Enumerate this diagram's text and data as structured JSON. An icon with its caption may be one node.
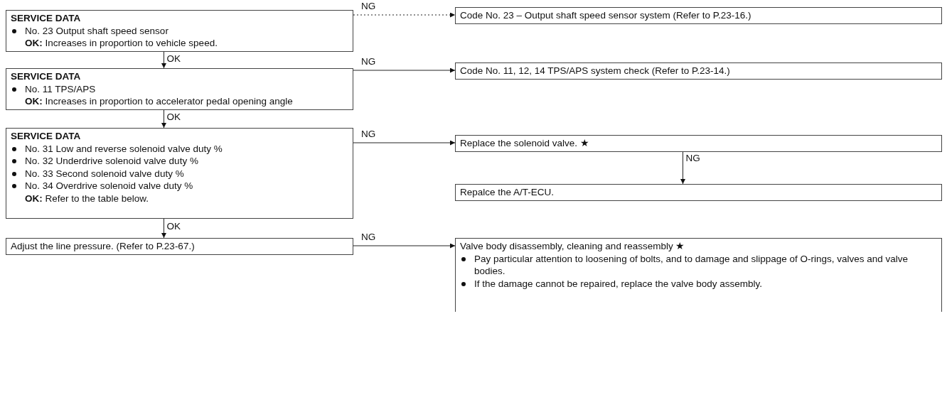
{
  "diagram": {
    "nodes": [
      {
        "text": [
          "SERVICE DATA",
          "No. 23 Output shaft speed sensor",
          "**OK:** Increases in proportion to vehicle speed."
        ]
      },
      {
        "text": [
          "Code No. 23 – Output shaft speed sensor system (Refer to P.23-16.)"
        ]
      },
      {
        "text": [
          "SERVICE DATA",
          "No. 11 TPS/APS",
          "**OK:** Increases in proportion to accelerator pedal opening angle"
        ]
      },
      {
        "text": [
          "Code No. 11, 12, 14 TPS/APS system check (Refer to P.23-14.)"
        ]
      },
      {
        "text": [
          "SERVICE DATA",
          "No. 31 Low and reverse solenoid valve duty %",
          "No. 32 Underdrive solenoid valve duty %",
          "No. 33 Second solenoid valve duty %",
          "No. 34 Overdrive solenoid valve duty %",
          "**OK:** Refer to the table below."
        ]
      },
      {
        "text": [
          "Replace the solenoid valve. ★"
        ]
      },
      {
        "text": [
          "Repalce the A/T-ECU."
        ]
      },
      {
        "text": [
          "Adjust the line pressure. (Refer to P.23-67.)"
        ]
      },
      {
        "text": [
          "Valve body disassembly, cleaning and reassembly ★",
          "Pay particular attention to loosening of bolts, and to damage and slippage of O-rings, valves and valve bodies.",
          "If the damage cannot be repaired, replace the valve body assembly."
        ]
      }
    ],
    "edges": [
      {
        "from": 0,
        "to": 1,
        "arrow": "to",
        "label": "NG",
        "style": "dashed"
      },
      {
        "from": 0,
        "to": 2,
        "arrow": "to",
        "label": "OK"
      },
      {
        "from": 2,
        "to": 3,
        "arrow": "to",
        "label": "NG"
      },
      {
        "from": 2,
        "to": 4,
        "arrow": "to",
        "label": "OK"
      },
      {
        "from": 4,
        "to": 5,
        "arrow": "to",
        "label": "NG"
      },
      {
        "from": 5,
        "to": 6,
        "arrow": "to",
        "label": "NG"
      },
      {
        "from": 4,
        "to": 7,
        "arrow": "to",
        "label": "OK"
      },
      {
        "from": 7,
        "to": 8,
        "arrow": "to",
        "label": "NG"
      }
    ]
  }
}
